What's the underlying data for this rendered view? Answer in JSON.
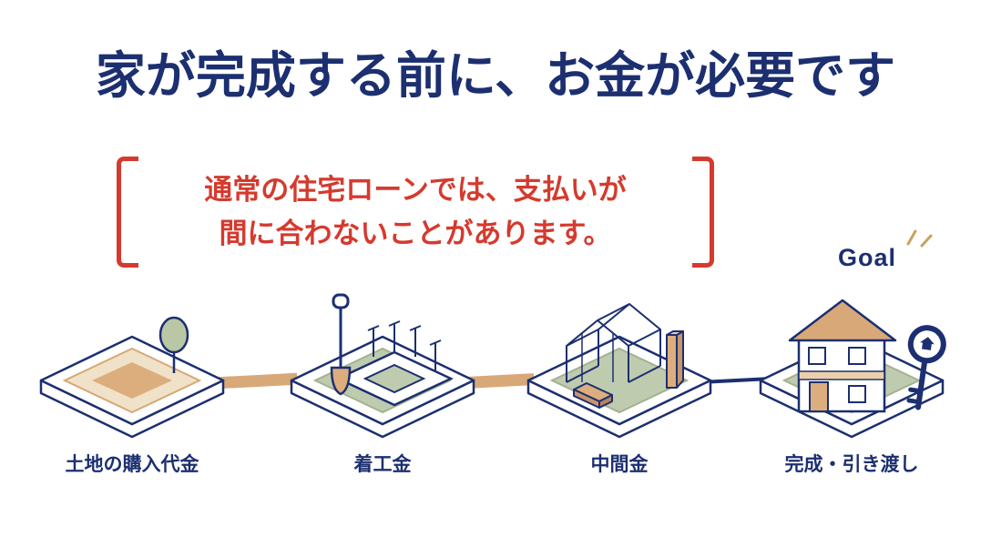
{
  "title": "家が完成する前に、お金が必要です",
  "callout": {
    "line1": "通常の住宅ローンでは、支払いが",
    "line2": "間に合わないことがあります。"
  },
  "goal_label": "Goal",
  "stages": [
    {
      "label": "土地の購入代金",
      "icon": "land-plot-icon"
    },
    {
      "label": "着工金",
      "icon": "groundbreaking-icon"
    },
    {
      "label": "中間金",
      "icon": "house-frame-icon"
    },
    {
      "label": "完成・引き渡し",
      "icon": "completed-house-key-icon"
    }
  ],
  "colors": {
    "navy": "#1c2f70",
    "red": "#d53a2e",
    "tan": "#d9a878",
    "sage": "#b9c7a4",
    "cream": "#f0e2c8",
    "background": "#ffffff"
  }
}
